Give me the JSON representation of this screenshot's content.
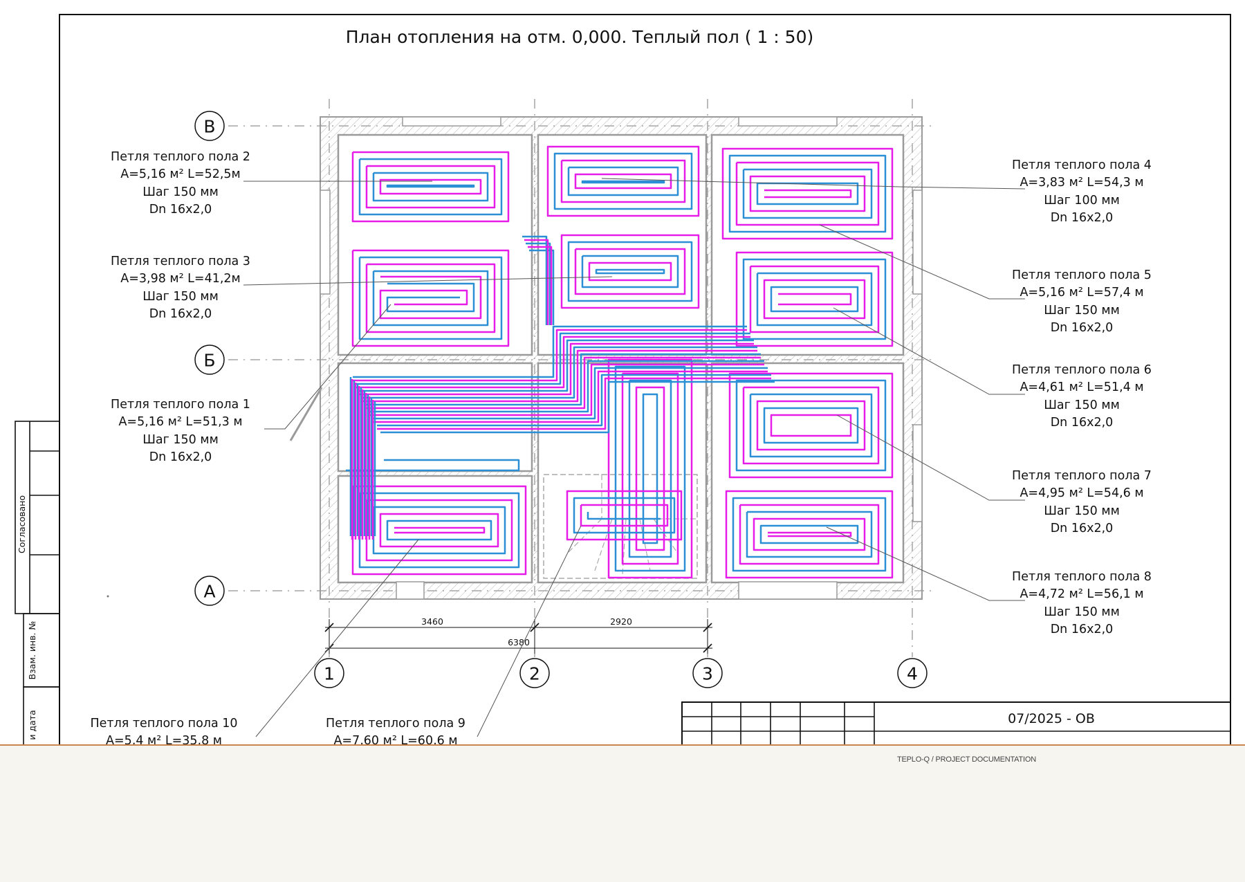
{
  "title": "План отопления на отм. 0,000. Теплый пол ( 1 : 50)",
  "axes": {
    "rows": [
      "В",
      "Б",
      "А"
    ],
    "cols": [
      "1",
      "2",
      "3",
      "4"
    ]
  },
  "dimensions": {
    "d12": "3460",
    "d23": "2920",
    "d13": "6380"
  },
  "loops": [
    {
      "id": "2",
      "name": "Петля теплого пола 2",
      "area": "A=5,16 м² L=52,5м",
      "step": "Шаг 150 мм",
      "dn": "Dn 16x2,0"
    },
    {
      "id": "3",
      "name": "Петля теплого пола 3",
      "area": "A=3,98 м² L=41,2м",
      "step": "Шаг 150 мм",
      "dn": "Dn 16x2,0"
    },
    {
      "id": "1",
      "name": "Петля теплого пола 1",
      "area": "A=5,16 м² L=51,3 м",
      "step": "Шаг 150 мм",
      "dn": "Dn 16x2,0"
    },
    {
      "id": "4",
      "name": "Петля теплого пола 4",
      "area": "A=3,83 м² L=54,3 м",
      "step": "Шаг 100 мм",
      "dn": "Dn 16x2,0"
    },
    {
      "id": "5",
      "name": "Петля теплого пола 5",
      "area": "A=5,16 м² L=57,4 м",
      "step": "Шаг 150 мм",
      "dn": "Dn 16x2,0"
    },
    {
      "id": "6",
      "name": "Петля теплого пола 6",
      "area": "A=4,61 м² L=51,4 м",
      "step": "Шаг 150 мм",
      "dn": "Dn 16x2,0"
    },
    {
      "id": "7",
      "name": "Петля теплого пола 7",
      "area": "A=4,95 м² L=54,6 м",
      "step": "Шаг 150 мм",
      "dn": "Dn 16x2,0"
    },
    {
      "id": "8",
      "name": "Петля теплого пола 8",
      "area": "A=4,72 м² L=56,1 м",
      "step": "Шаг 150 мм",
      "dn": "Dn 16x2,0"
    },
    {
      "id": "10",
      "name": "Петля теплого пола 10",
      "area": "A=5,4 м² L=35,8 м",
      "step": "",
      "dn": ""
    },
    {
      "id": "9",
      "name": "Петля теплого пола 9",
      "area": "A=7,60 м² L=60,6 м",
      "step": "",
      "dn": ""
    }
  ],
  "stamp": {
    "code": "07/2025 - ОВ"
  },
  "side_block": {
    "agreed": "Согласовано",
    "inv": "Взам. инв. №",
    "date": "и дата"
  },
  "footer": {
    "text": "TEPLO-Q / PROJECT DOCUMENTATION"
  },
  "colors": {
    "supply": "#e61ce8",
    "return": "#2b8fd6",
    "accent": "#c9874e"
  }
}
